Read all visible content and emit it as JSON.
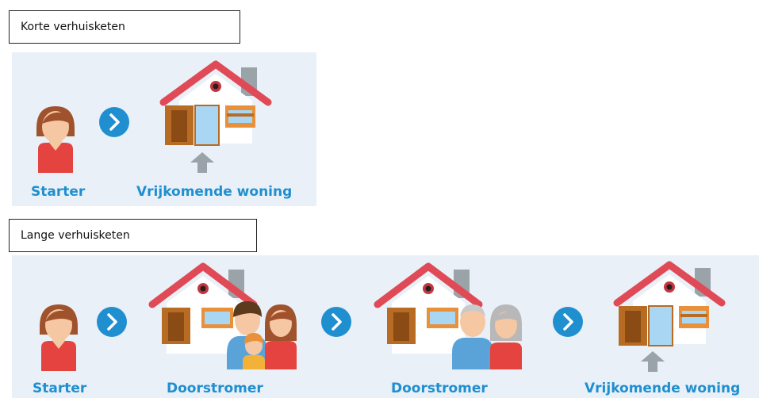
{
  "short_chain": {
    "title": "Korte verhuisketen",
    "labels": {
      "starter": "Starter",
      "vacant": "Vrijkomende woning"
    }
  },
  "long_chain": {
    "title": "Lange verhuisketen",
    "labels": {
      "starter": "Starter",
      "mover1": "Doorstromer",
      "mover2": "Doorstromer",
      "vacant": "Vrijkomende woning"
    }
  },
  "colors": {
    "panel_bg": "#e9f0f8",
    "label_blue": "#1f8fd0",
    "arrow_circle": "#1f8fd0",
    "roof_red": "#e04a56",
    "door_brown": "#b86b22",
    "glass": "#a9d6f2",
    "chimney": "#9aa3a8",
    "shirt_red": "#e4433f",
    "skin": "#f6c7a3",
    "hair_brown": "#a0522d"
  }
}
